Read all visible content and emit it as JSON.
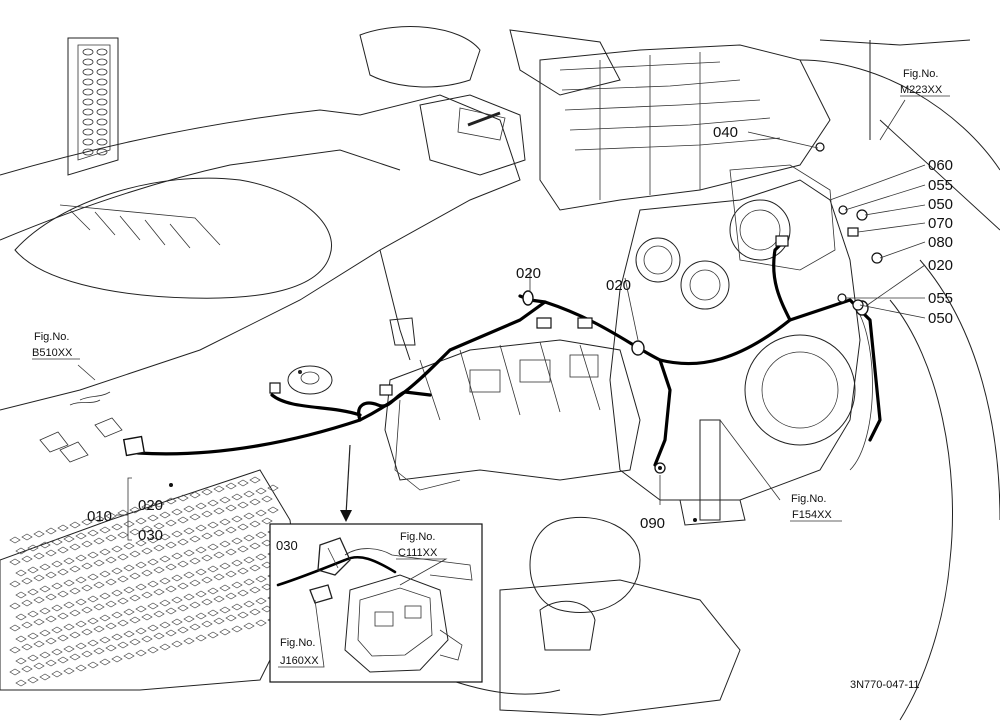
{
  "callouts": {
    "c010": "010",
    "c020_a": "020",
    "c030_a": "030",
    "c020_top": "020",
    "c020_mid": "020",
    "c040": "040",
    "c060": "060",
    "c055_a": "055",
    "c050_a": "050",
    "c070": "070",
    "c080": "080",
    "c020_right": "020",
    "c055_b": "055",
    "c050_b": "050",
    "c090": "090",
    "c030_inset": "030"
  },
  "refs": {
    "m223_title": "Fig.No.",
    "m223_code": "M223XX",
    "b510_title": "Fig.No.",
    "b510_code": "B510XX",
    "f154_title": "Fig.No.",
    "f154_code": "F154XX",
    "c111_title": "Fig.No.",
    "c111_code": "C111XX",
    "j160_title": "Fig.No.",
    "j160_code": "J160XX"
  },
  "drawing_id": "3N770-047-11"
}
